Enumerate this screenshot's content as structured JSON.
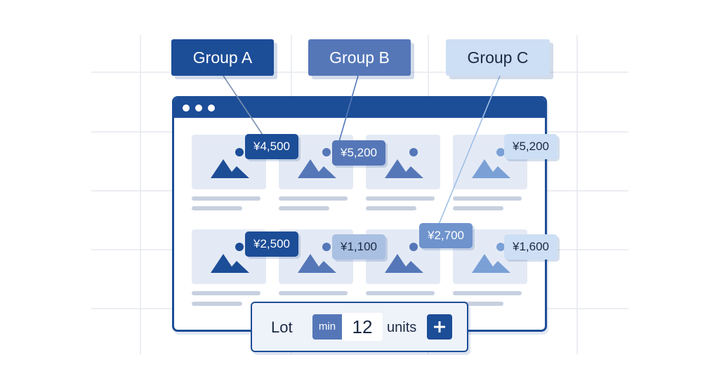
{
  "groups": [
    {
      "label": "Group A",
      "color": "#1c4d97"
    },
    {
      "label": "Group B",
      "color": "#5577b8"
    },
    {
      "label": "Group C",
      "color": "#cddff4"
    }
  ],
  "products": [
    {
      "price": "¥4,500",
      "group": "A"
    },
    {
      "price": "¥5,200",
      "group": "B"
    },
    {
      "price": "",
      "group": ""
    },
    {
      "price": "¥5,200",
      "group": "C"
    },
    {
      "price": "¥2,500",
      "group": "A"
    },
    {
      "price": "¥1,100",
      "group": "B"
    },
    {
      "price": "¥2,700",
      "group": "C"
    },
    {
      "price": "¥1,600",
      "group": "C"
    }
  ],
  "lot": {
    "label": "Lot",
    "min_label": "min",
    "quantity": "12",
    "units_label": "units",
    "increment_icon": "plus-icon"
  },
  "window": {
    "control_icons": [
      "window-dot-icon",
      "window-dot-icon",
      "window-dot-icon"
    ]
  },
  "colors": {
    "primary": "#1c4d97",
    "secondary": "#5577b8",
    "light": "#cddff4",
    "card": "#e4eaf5"
  }
}
